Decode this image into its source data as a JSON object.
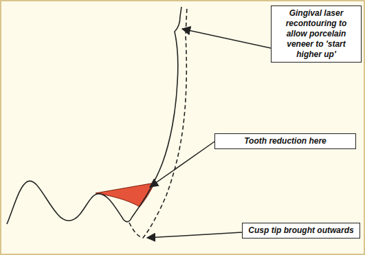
{
  "diagram": {
    "nodes": [
      {
        "text": [
          "Gingival laser recontouring to allow porcelain veneer to 'start higher up'"
        ]
      },
      {
        "text": [
          "Tooth reduction here"
        ]
      },
      {
        "text": [
          "Cusp tip brought outwards"
        ]
      }
    ]
  }
}
